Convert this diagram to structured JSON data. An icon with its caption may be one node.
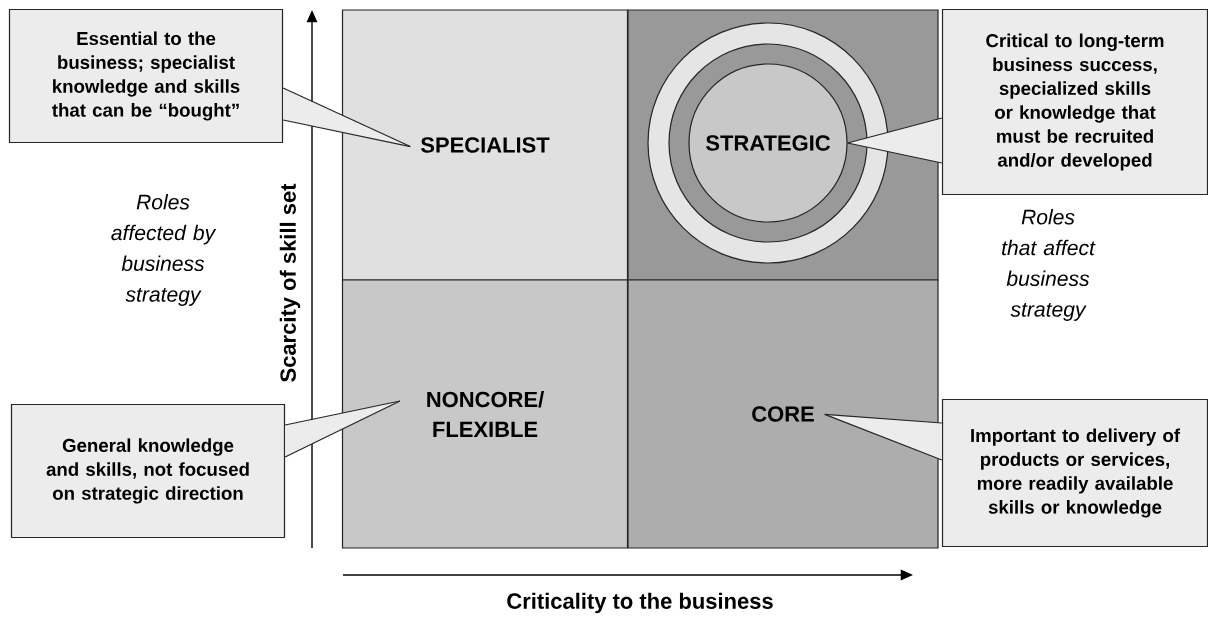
{
  "diagram": {
    "nodes": [
      {
        "text": [
          "SPECIALIST"
        ]
      },
      {
        "text": [],
        "shape": "box"
      },
      {
        "text": [
          "STRATEGIC"
        ],
        "in": 1
      },
      {
        "text": [
          "NONCORE/ FLEXIBLE"
        ]
      },
      {
        "text": [
          "CORE"
        ]
      },
      {
        "text": [
          "Essential to the business; specialist knowledge and skills that can be “bought”"
        ]
      },
      {
        "text": [
          "Critical to long-term business success, specialized skills or knowledge that must be recruited and/or developed"
        ]
      },
      {
        "text": [
          "General knowledge and skills, not focused on strategic direction"
        ]
      },
      {
        "text": [
          "Important to delivery of products or services, more readily available skills or knowledge"
        ]
      }
    ],
    "edges": [
      {
        "from": 5,
        "to": 0,
        "arrow": "none"
      },
      {
        "from": 6,
        "to": 2,
        "arrow": "none"
      },
      {
        "from": 7,
        "to": 3,
        "arrow": "none"
      },
      {
        "from": 8,
        "to": 4,
        "arrow": "none"
      }
    ],
    "labels": [
      "Roles affected by business strategy",
      "Scarcity of skill set",
      "Roles that affect business strategy",
      "Criticality to the business"
    ]
  }
}
